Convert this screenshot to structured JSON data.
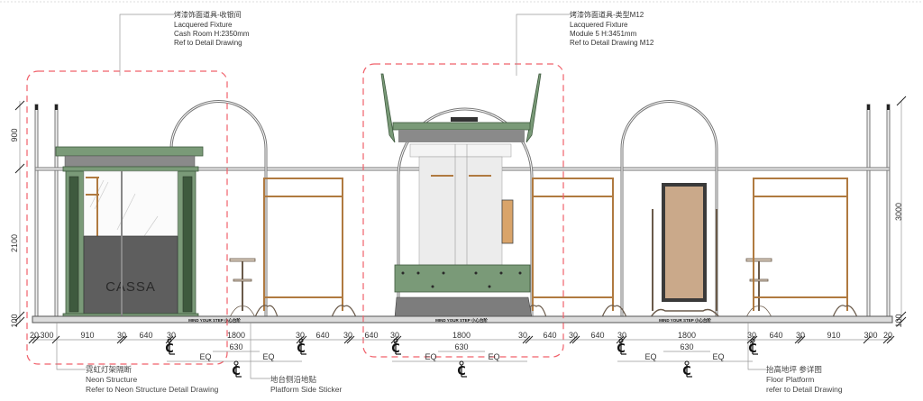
{
  "callouts": {
    "cash_room": {
      "cn": "烤漆饰面道具-收银间",
      "l1": "Lacquered Fixture",
      "l2": "Cash Room H:2350mm",
      "l3": "Ref to Detail Drawing"
    },
    "module": {
      "cn": "烤漆饰面道具-类型M12",
      "l1": "Lacquered Fixture",
      "l2": "Module 5 H:3451mm",
      "l3": "Ref to Detail Drawing M12"
    },
    "neon": {
      "cn": "霓虹灯架隔断",
      "l1": "Neon Structure",
      "l2": "Refer to Neon Structure Detail Drawing"
    },
    "sticker": {
      "cn": "地台侧沿地贴",
      "l1": "Platform Side Sticker"
    },
    "platform": {
      "cn": "抬高地坪 参详图",
      "l1": "Floor Platform",
      "l2": "refer to Detail Drawing"
    }
  },
  "cassa_sign": "CASSA",
  "platform_text": [
    "MIND YOUR STEP 小心台阶",
    "MIND YOUR STEP 小心台阶",
    "MIND YOUR STEP 小心台阶"
  ],
  "vertical_dims": {
    "left": [
      "900",
      "2100",
      "100"
    ],
    "right": [
      "3000",
      "100"
    ]
  },
  "horizontal_dims": [
    "20",
    "300",
    "910",
    "30",
    "640",
    "30",
    "1800",
    "30",
    "640",
    "30",
    "640",
    "30",
    "1800",
    "30",
    "640",
    "30",
    "640",
    "30",
    "1800",
    "30",
    "640",
    "30",
    "910",
    "300",
    "20"
  ],
  "sub_dims": [
    "630",
    "630",
    "630"
  ],
  "eq_labels": [
    "EQ",
    "EQ",
    "EQ",
    "EQ",
    "EQ",
    "EQ"
  ],
  "colors": {
    "markup": "#f0606a",
    "lacquer": "#7a9a78",
    "wood": "#b07a40"
  }
}
